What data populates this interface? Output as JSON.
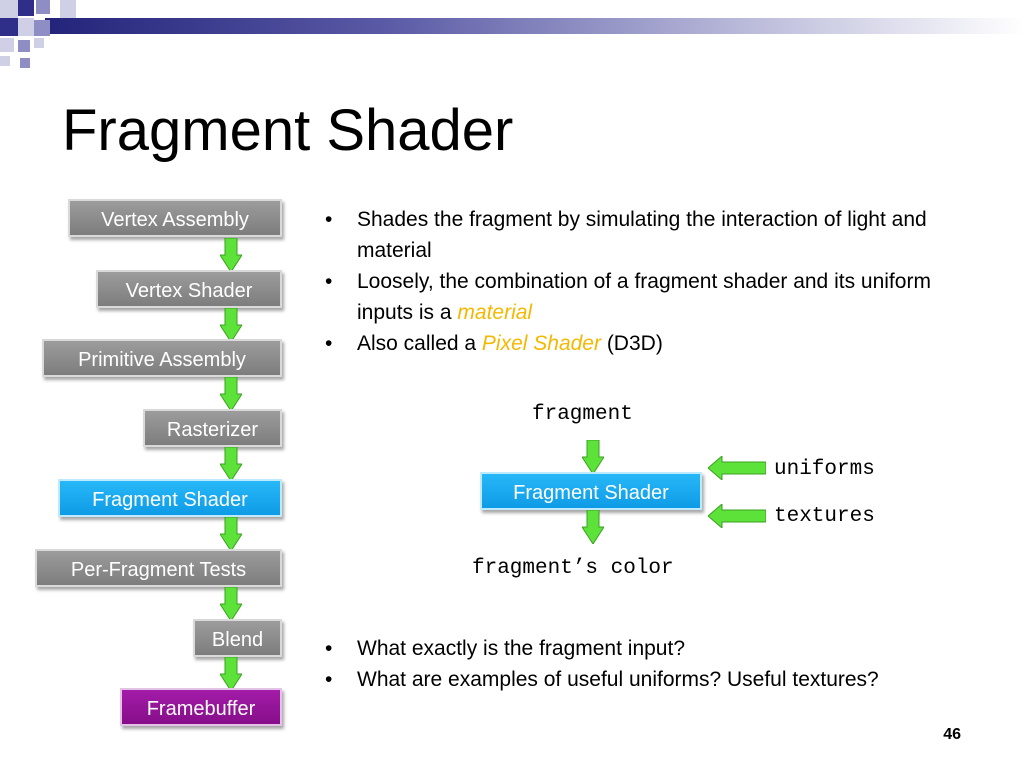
{
  "slide": {
    "title": "Fragment Shader",
    "page_number": "46"
  },
  "pipeline": {
    "stages": [
      {
        "label": "Vertex Assembly",
        "state": "normal"
      },
      {
        "label": "Vertex Shader",
        "state": "normal"
      },
      {
        "label": "Primitive Assembly",
        "state": "normal"
      },
      {
        "label": "Rasterizer",
        "state": "normal"
      },
      {
        "label": "Fragment Shader",
        "state": "current"
      },
      {
        "label": "Per-Fragment Tests",
        "state": "normal"
      },
      {
        "label": "Blend",
        "state": "normal"
      },
      {
        "label": "Framebuffer",
        "state": "output"
      }
    ],
    "colors": {
      "normal": "#8c8c8c",
      "current": "#16a8f0",
      "output": "#970f9c",
      "arrow": "#5de23a"
    }
  },
  "bullets_top": [
    {
      "text": "Shades the fragment by simulating the interaction of light and material"
    },
    {
      "prefix": "Loosely, the combination of a fragment shader and its uniform inputs is a ",
      "highlight": "material",
      "suffix": ""
    },
    {
      "prefix": "Also called a ",
      "highlight": "Pixel Shader",
      "suffix": " (D3D)"
    }
  ],
  "diagram": {
    "input_label": "fragment",
    "box_label": "Fragment Shader",
    "uniforms_label": "uniforms",
    "textures_label": "textures",
    "output_label": "fragment’s color"
  },
  "bullets_bottom": [
    {
      "text": "What exactly is the fragment input?"
    },
    {
      "text": "What are examples of useful uniforms?  Useful textures?"
    }
  ]
}
